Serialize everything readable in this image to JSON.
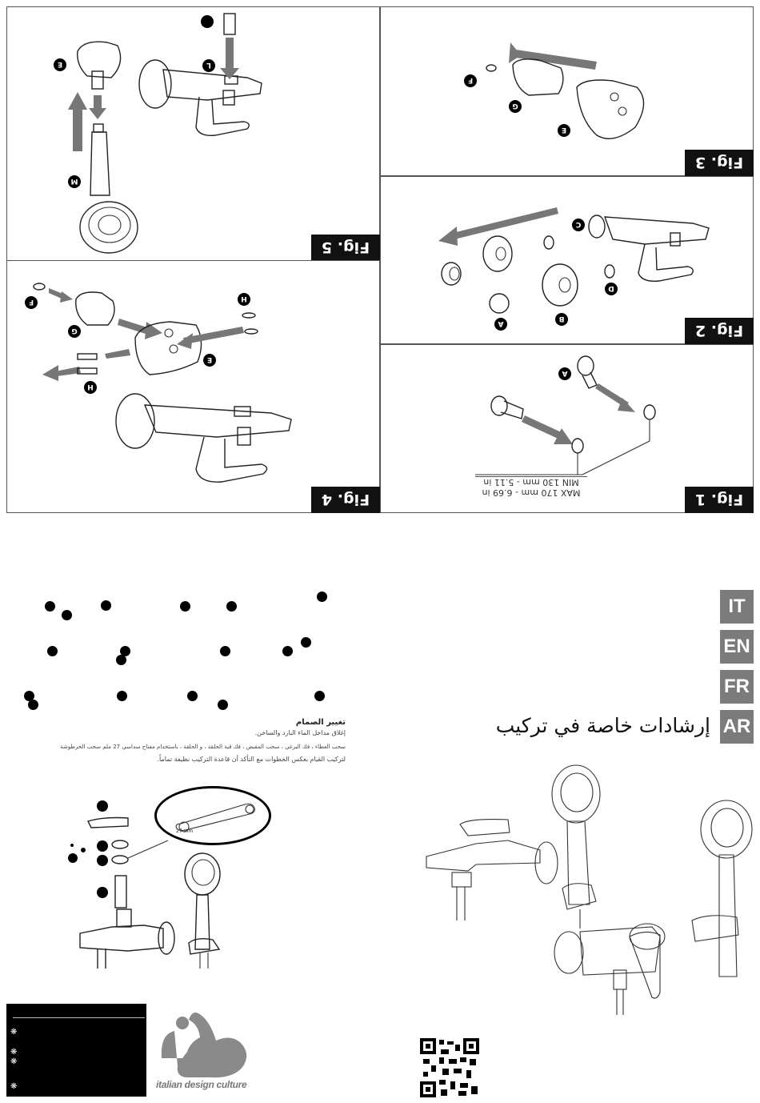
{
  "figures": {
    "fig1": {
      "label": "Fig. 1",
      "min_text": "MIN 130 mm - 5.11 in",
      "max_text": "MAX 170 mm - 6.69 in",
      "parts": [
        "A"
      ]
    },
    "fig2": {
      "label": "Fig. 2",
      "parts": [
        "A",
        "B",
        "C",
        "D"
      ]
    },
    "fig3": {
      "label": "Fig. 3",
      "parts": [
        "E",
        "F",
        "G"
      ]
    },
    "fig4": {
      "label": "Fig. 4",
      "parts": [
        "E",
        "F",
        "G",
        "H",
        "H"
      ]
    },
    "fig5": {
      "label": "Fig. 5",
      "parts": [
        "E",
        "I",
        "L",
        "M"
      ]
    }
  },
  "languages": [
    "IT",
    "EN",
    "FR",
    "AR"
  ],
  "arabic_title": "إرشادات خاصة في تركيب",
  "valve_section": {
    "heading": "تغيير الصمام",
    "line1": "إغلاق مداخل الماء البارد والساخن.",
    "line2": "سحب الغطاء ، فك البرغي ، سحب المقبض ، فك قبة الحلقة ، و الحلقة ، باستخدام مفتاح سداسي 27 ملم سحب الخرطوشة",
    "line3": "لتركيب القيام بعكس الخطوات مع التأكد أن قاعدة التركيب نظيفة تماماً."
  },
  "wrench_label": "27 mm",
  "logo_text": "italian design culture",
  "colors": {
    "tag": "#111111",
    "lang_bg": "#7b7b7b",
    "arrow": "#777777",
    "panel_border": "#555555"
  }
}
